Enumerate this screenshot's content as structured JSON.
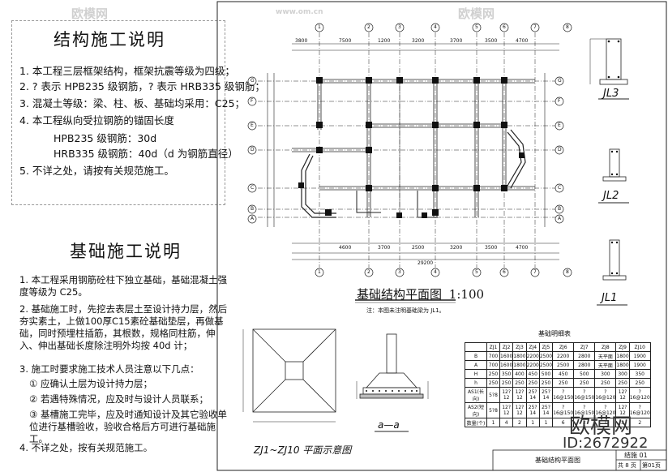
{
  "structure_notes": {
    "title": "结构施工说明",
    "items": [
      "1. 本工程三层框架结构，框架抗震等级为四级；",
      "2. ? 表示 HPB235 级钢筋，? 表示 HRB335 级钢筋；",
      "3. 混凝土等级：梁、柱、板、基础均采用：C25；",
      "4. 本工程纵向受拉钢筋的锚固长度",
      "HPB235 级钢筋：30d",
      "HRB335 级钢筋：40d（d 为钢筋直径）",
      "5. 不详之处，请按有关规范施工。"
    ]
  },
  "foundation_notes": {
    "title": "基础施工说明",
    "items": [
      "1. 本工程采用钢筋砼柱下独立基础，基础混凝土强度等级为 C25。",
      "2. 基础施工时，先挖去表层土至设计持力层，然后夯实素土，上做100厚C15素砼基础垫层，再做基础，同时预埋柱插筋，其根数，规格同柱筋，伸入、伸出基础长度除注明外均按 40d 计；",
      "3. 施工时要求施工技术人员注意以下几点：",
      "① 应确认土层为设计持力层；",
      "② 若遇特殊情况，应及时与设计人员联系；",
      "③ 基槽施工完毕，应及时通知设计及其它验收单位进行基槽验收，验收合格后方可进行基础施工。",
      "4. 不详之处，按有关规范施工。"
    ]
  },
  "plan": {
    "title": "基础结构平面图",
    "scale": "1:100",
    "note": "注：本图未注明基础梁为 JL1。",
    "top_axes": [
      "1",
      "2",
      "3",
      "4",
      "5",
      "6",
      "7",
      "8"
    ],
    "bottom_axes": [
      "1",
      "2",
      "3",
      "4",
      "5",
      "6",
      "7",
      "8"
    ],
    "left_axes": [
      "A",
      "B",
      "C",
      "D",
      "E",
      "F",
      "G"
    ],
    "right_axes": [
      "A",
      "B",
      "C",
      "D",
      "E",
      "F",
      "G"
    ],
    "top_dims": [
      "3800",
      "7500",
      "1200",
      "3200",
      "3700",
      "3500",
      "4700"
    ],
    "bottom_dims": [
      "4600",
      "3700",
      "2500",
      "3200",
      "3500",
      "4700"
    ],
    "total_dim": "29200"
  },
  "sections": {
    "jl3": "JL3",
    "jl2": "JL2",
    "jl1": "JL1",
    "aa": "a—a",
    "zj_plan": "ZJ1~ZJ10 平面示意图"
  },
  "schedule": {
    "title": "基础明细表",
    "headers": [
      "",
      "ZJ1",
      "ZJ2",
      "ZJ3",
      "ZJ4",
      "ZJ5",
      "ZJ6",
      "ZJ7",
      "ZJ8",
      "ZJ9",
      "ZJ10"
    ],
    "rows": [
      [
        "B",
        "700",
        "1600",
        "1800",
        "2200",
        "2500",
        "2200",
        "2800",
        "天平面",
        "1800",
        "1900"
      ],
      [
        "A",
        "700",
        "1600",
        "1800",
        "2200",
        "2500",
        "2500",
        "2800",
        "天平面",
        "1800",
        "1900"
      ],
      [
        "H",
        "250",
        "350",
        "400",
        "450",
        "500",
        "450",
        "500",
        "300",
        "300",
        "350"
      ],
      [
        "h",
        "250",
        "250",
        "250",
        "250",
        "250",
        "250",
        "250",
        "250",
        "250",
        "250"
      ],
      [
        "AS1(长向)",
        "5?8",
        "12?12",
        "12?12",
        "25?14",
        "25?14",
        "?16@150",
        "?16@150",
        "?16@120",
        "12?12",
        "?16@120"
      ],
      [
        "AS2(短向)",
        "5?8",
        "12?12",
        "12?12",
        "25?14",
        "25?14",
        "?16@150",
        "?16@150",
        "?16@120",
        "12?12",
        "?16@120"
      ],
      [
        "数量(个)",
        "1",
        "4",
        "2",
        "1",
        "1",
        "6",
        "2",
        "1",
        "3",
        "2"
      ]
    ]
  },
  "title_block": {
    "drawing_name": "基础结构平面图",
    "sheet_code": "结施 01",
    "total_pages": "共 8 页",
    "page": "第01页"
  },
  "watermark": {
    "brand": "欧模网",
    "site": "www.om.cn",
    "id": "ID:2672922"
  }
}
